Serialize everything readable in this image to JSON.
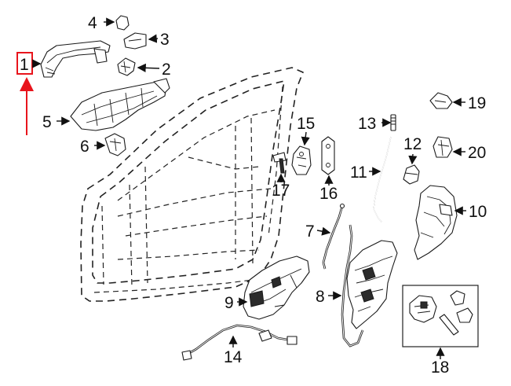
{
  "diagram": {
    "accent_color": "#e8141c",
    "callouts": {
      "c1": "1",
      "c2": "2",
      "c3": "3",
      "c4": "4",
      "c5": "5",
      "c6": "6",
      "c7": "7",
      "c8": "8",
      "c9": "9",
      "c10": "10",
      "c11": "11",
      "c12": "12",
      "c13": "13",
      "c14": "14",
      "c15": "15",
      "c16": "16",
      "c17": "17",
      "c18": "18",
      "c19": "19",
      "c20": "20"
    }
  }
}
